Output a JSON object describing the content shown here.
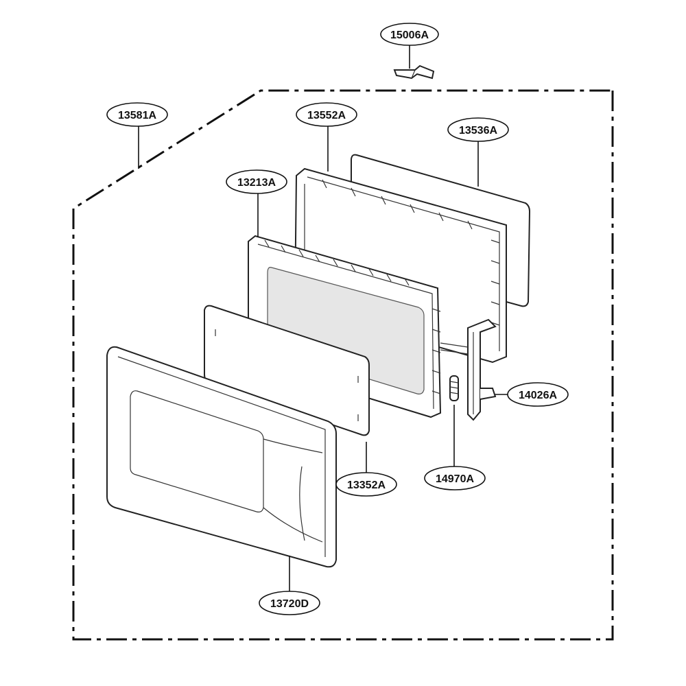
{
  "callouts": [
    {
      "id": "c15006",
      "text": "15006A"
    },
    {
      "id": "c13581",
      "text": "13581A"
    },
    {
      "id": "c13552",
      "text": "13552A"
    },
    {
      "id": "c13536",
      "text": "13536A"
    },
    {
      "id": "c13213",
      "text": "13213A"
    },
    {
      "id": "c14026",
      "text": "14026A"
    },
    {
      "id": "c13352",
      "text": "13352A"
    },
    {
      "id": "c14970",
      "text": "14970A"
    },
    {
      "id": "c13720",
      "text": "13720D"
    }
  ]
}
